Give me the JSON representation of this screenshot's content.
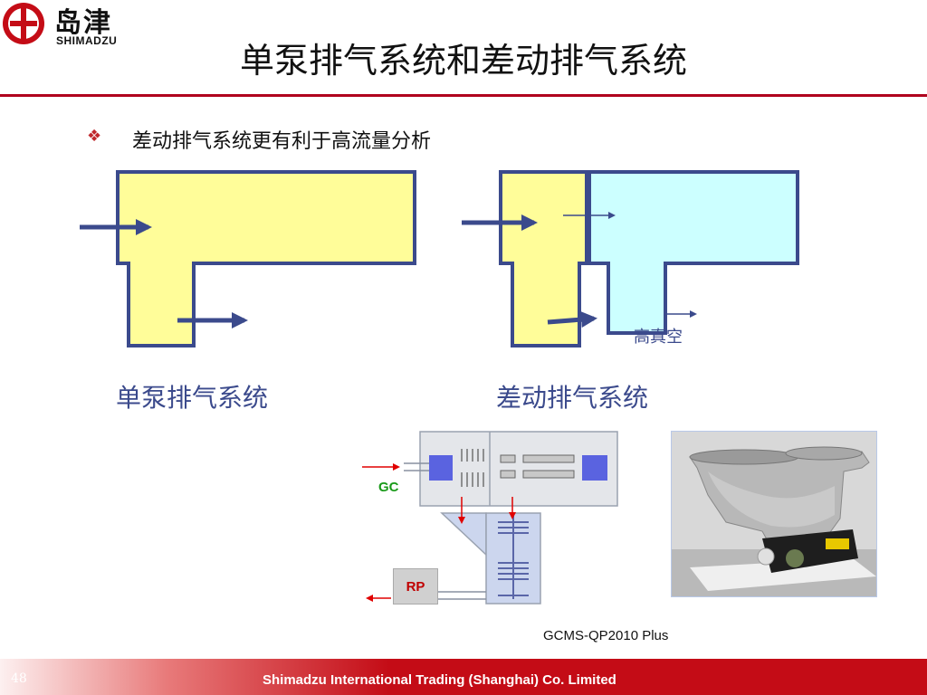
{
  "header": {
    "logo_cn": "岛津",
    "logo_en": "SHIMADZU",
    "title": "单泵排气系统和差动排气系统"
  },
  "bullet": {
    "text": "差动排气系统更有利于高流量分析"
  },
  "diagrams": {
    "single_caption": "单泵排气系统",
    "differential_caption": "差动排气系统",
    "high_vacuum_label": "高真空"
  },
  "schematic": {
    "gc_label": "GC",
    "rp_label": "RP"
  },
  "photo": {
    "caption": "GCMS-QP2010 Plus"
  },
  "footer": {
    "page_number": "48",
    "company": "Shimadzu International Trading (Shanghai) Co. Limited"
  },
  "colors": {
    "brand_red": "#c40c16",
    "chamber_yellow": "#fffd99",
    "chamber_cyan": "#ccffff",
    "wall_blue": "#3b4a8c",
    "caption_blue": "#3b4a8c"
  }
}
